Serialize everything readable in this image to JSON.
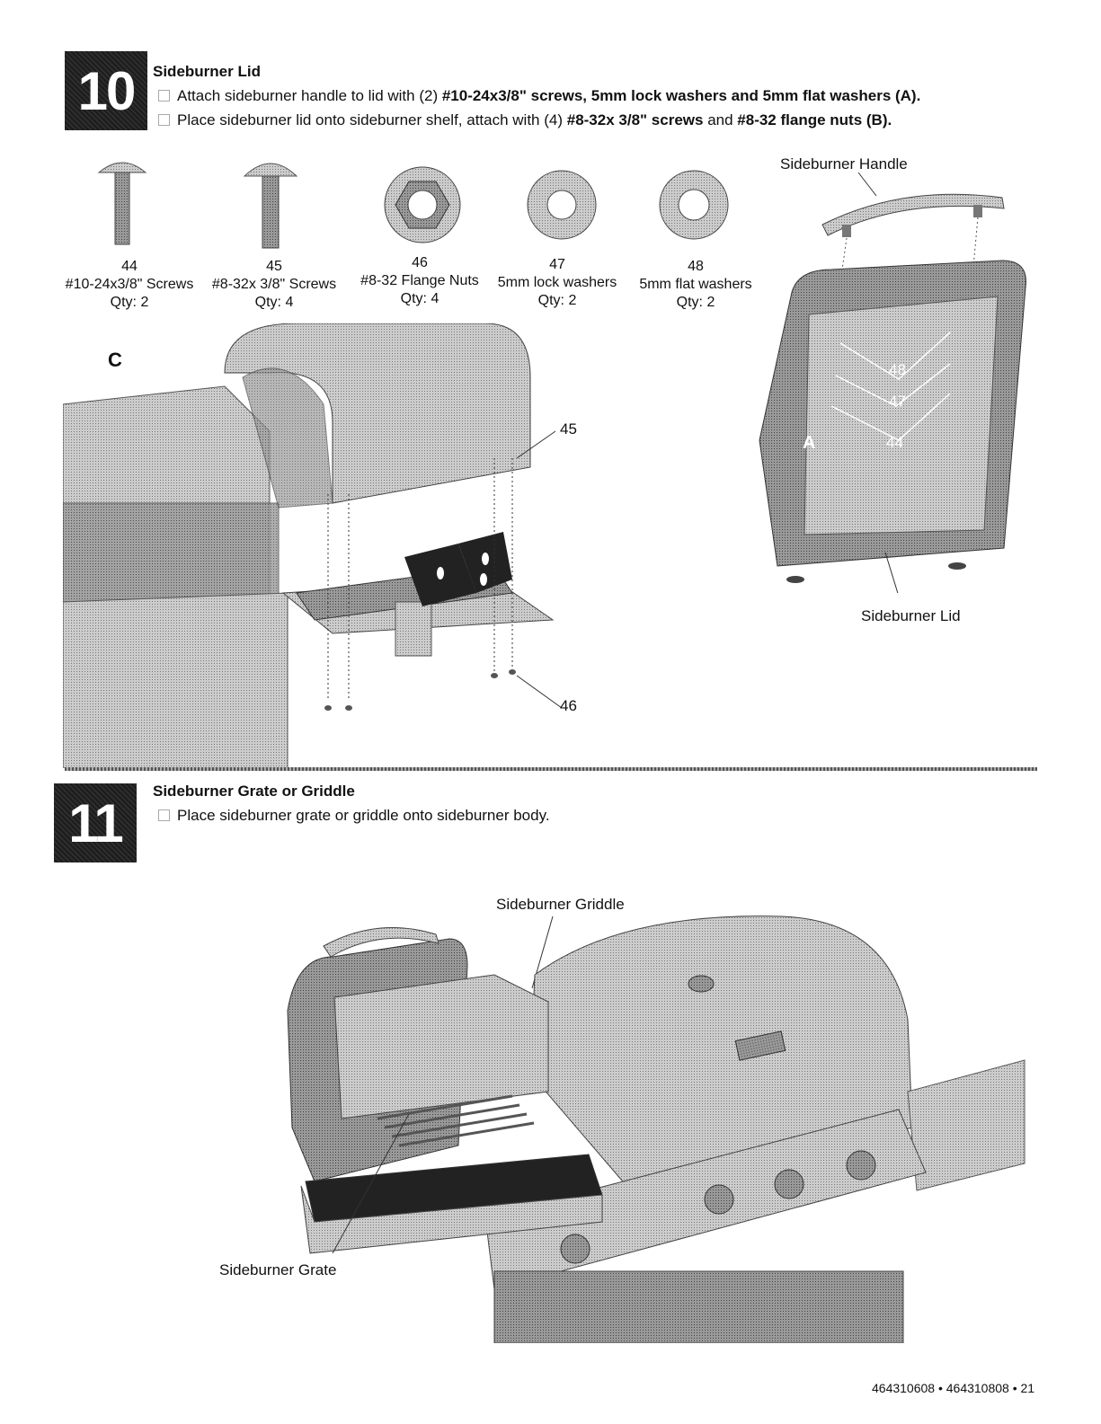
{
  "step10": {
    "number": "10",
    "title": "Sideburner Lid",
    "line1_text": "Attach sideburner handle to lid with (2) ",
    "line1_bold": "#10-24x3/8\" screws, 5mm lock washers and 5mm flat washers (A).",
    "line2_text": "Place sideburner lid onto sideburner shelf, attach with (4) ",
    "line2_bold1": "#8-32x 3/8\" screws",
    "line2_mid": " and ",
    "line2_bold2": "#8-32 flange nuts (B).",
    "parts": [
      {
        "num": "44",
        "name": "#10-24x3/8\" Screws",
        "qty": "Qty: 2"
      },
      {
        "num": "45",
        "name": "#8-32x 3/8\" Screws",
        "qty": "Qty: 4"
      },
      {
        "num": "46",
        "name": "#8-32 Flange Nuts",
        "qty": "Qty: 4"
      },
      {
        "num": "47",
        "name": "5mm lock washers",
        "qty": "Qty: 2"
      },
      {
        "num": "48",
        "name": "5mm flat washers",
        "qty": "Qty: 2"
      }
    ],
    "label_c": "C",
    "label_45": "45",
    "label_46": "46",
    "label_handle": "Sideburner Handle",
    "label_lid": "Sideburner Lid",
    "label_a": "A",
    "label_48": "48",
    "label_47": "47",
    "label_44": "44"
  },
  "step11": {
    "number": "11",
    "title": "Sideburner Grate or Griddle",
    "line1_text": "Place sideburner grate or griddle onto sideburner body.",
    "label_griddle": "Sideburner Griddle",
    "label_grate": "Sideburner Grate"
  },
  "footer": {
    "page": "464310608 • 464310808 • 21"
  }
}
